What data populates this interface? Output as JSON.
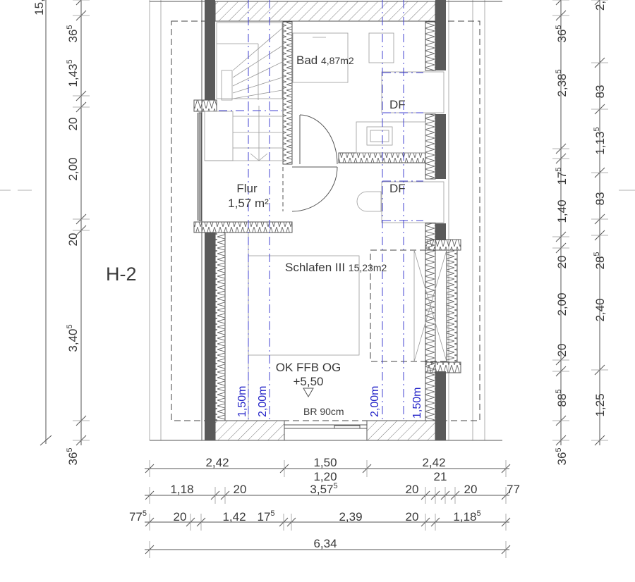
{
  "plan": {
    "title": "H-2",
    "rooms": {
      "bad": {
        "name": "Bad",
        "area": "4,87m2"
      },
      "flur": {
        "name": "Flur",
        "area": "1,57 m²"
      },
      "schlafen": {
        "name": "Schlafen III",
        "area": "15,23m2"
      },
      "df_upper": "DF",
      "df_lower": "DF"
    },
    "level": {
      "label": "OK FFB OG",
      "value": "+5,50"
    },
    "window_note": "BR 90cm",
    "height_lines": [
      "1,50m",
      "2,00m",
      "2,00m",
      "1,50m"
    ],
    "colors": {
      "height_lines": "#2323c8",
      "wall_dark": "#5a5a5a"
    }
  },
  "dimensions": {
    "left_outer_partial": "15,",
    "left": [
      {
        "v": "36",
        "s": "5"
      },
      {
        "v": "1,43",
        "s": "5"
      },
      {
        "v": "20",
        "s": ""
      },
      {
        "v": "2,00",
        "s": ""
      },
      {
        "v": "20",
        "s": ""
      },
      {
        "v": "3,40",
        "s": "5"
      },
      {
        "v": "36",
        "s": "5"
      }
    ],
    "right_inner": [
      {
        "v": "36",
        "s": "5"
      },
      {
        "v": "2,38",
        "s": "5"
      },
      {
        "v": "17",
        "s": "5"
      },
      {
        "v": "1,40",
        "s": ""
      },
      {
        "v": "20",
        "s": ""
      },
      {
        "v": "2,00",
        "s": ""
      },
      {
        "v": "20",
        "s": ""
      },
      {
        "v": "88",
        "s": "5"
      },
      {
        "v": "36",
        "s": "5"
      }
    ],
    "right_outer": [
      {
        "v": "2,",
        "s": ""
      },
      {
        "v": "83",
        "s": ""
      },
      {
        "v": "1,13",
        "s": "5"
      },
      {
        "v": "83",
        "s": ""
      },
      {
        "v": "28",
        "s": "5"
      },
      {
        "v": "2,40",
        "s": ""
      },
      {
        "v": "1,25",
        "s": ""
      }
    ],
    "bottom_row1": [
      {
        "v": "2,42",
        "s": ""
      },
      {
        "v": "1,50",
        "s": ""
      },
      {
        "v": "2,42",
        "s": ""
      },
      {
        "v": "1,20",
        "s": ""
      }
    ],
    "bottom_row2": [
      {
        "v": "1,18",
        "s": ""
      },
      {
        "v": "20",
        "s": ""
      },
      {
        "v": "3,57",
        "s": "5"
      },
      {
        "v": "20",
        "s": ""
      },
      {
        "v": "21",
        "s": ""
      },
      {
        "v": "20",
        "s": ""
      },
      {
        "v": "77",
        "s": ""
      }
    ],
    "bottom_row3": [
      {
        "v": "77",
        "s": "5"
      },
      {
        "v": "20",
        "s": ""
      },
      {
        "v": "1,42",
        "s": ""
      },
      {
        "v": "17",
        "s": "5"
      },
      {
        "v": "2,39",
        "s": ""
      },
      {
        "v": "20",
        "s": ""
      },
      {
        "v": "1,18",
        "s": "5"
      }
    ],
    "bottom_total": {
      "v": "6,34",
      "s": ""
    }
  }
}
